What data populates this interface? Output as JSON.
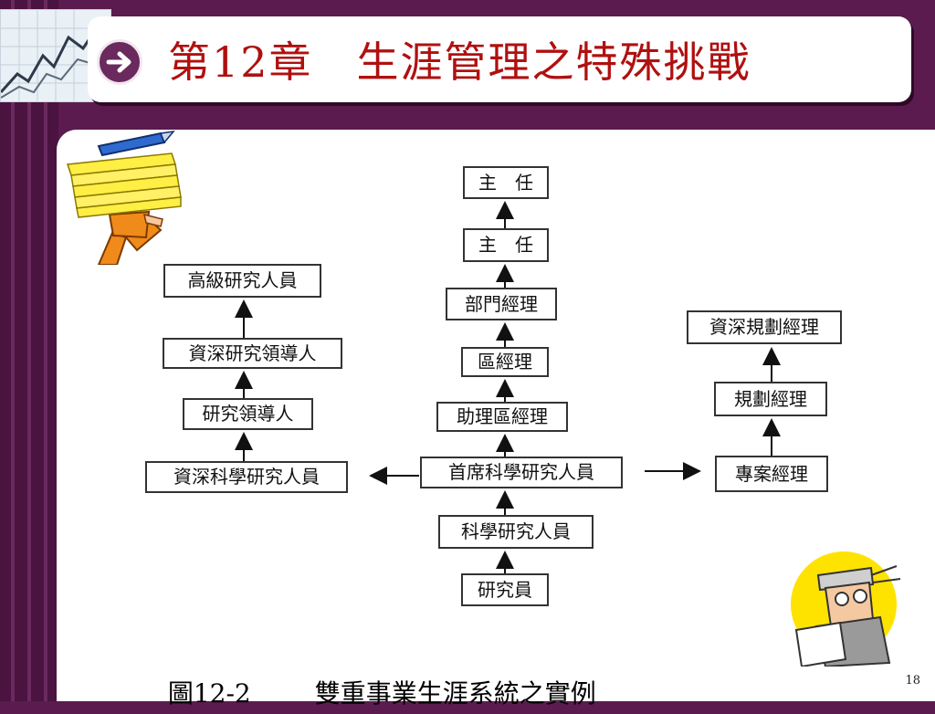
{
  "title": "第12章　生涯管理之特殊挑戰",
  "nodes": {
    "center": {
      "director_top": "主　任",
      "director": "主　任",
      "dept_manager": "部門經理",
      "region_manager": "區經理",
      "asst_region_manager": "助理區經理",
      "chief_scientist": "首席科學研究人員",
      "scientist": "科學研究人員",
      "researcher": "研究員"
    },
    "left": {
      "senior_researcher": "高級研究人員",
      "senior_research_leader": "資深研究領導人",
      "research_leader": "研究領導人",
      "senior_scientist": "資深科學研究人員"
    },
    "right": {
      "senior_planning_manager": "資深規劃經理",
      "planning_manager": "規劃經理",
      "project_manager": "專案經理"
    }
  },
  "caption": {
    "label": "圖12-2",
    "text": "雙重事業生涯系統之實例"
  },
  "page_number": "18",
  "colors": {
    "frame": "#5b1b4e",
    "title": "#b01010",
    "accent": "#6a2a5e"
  }
}
